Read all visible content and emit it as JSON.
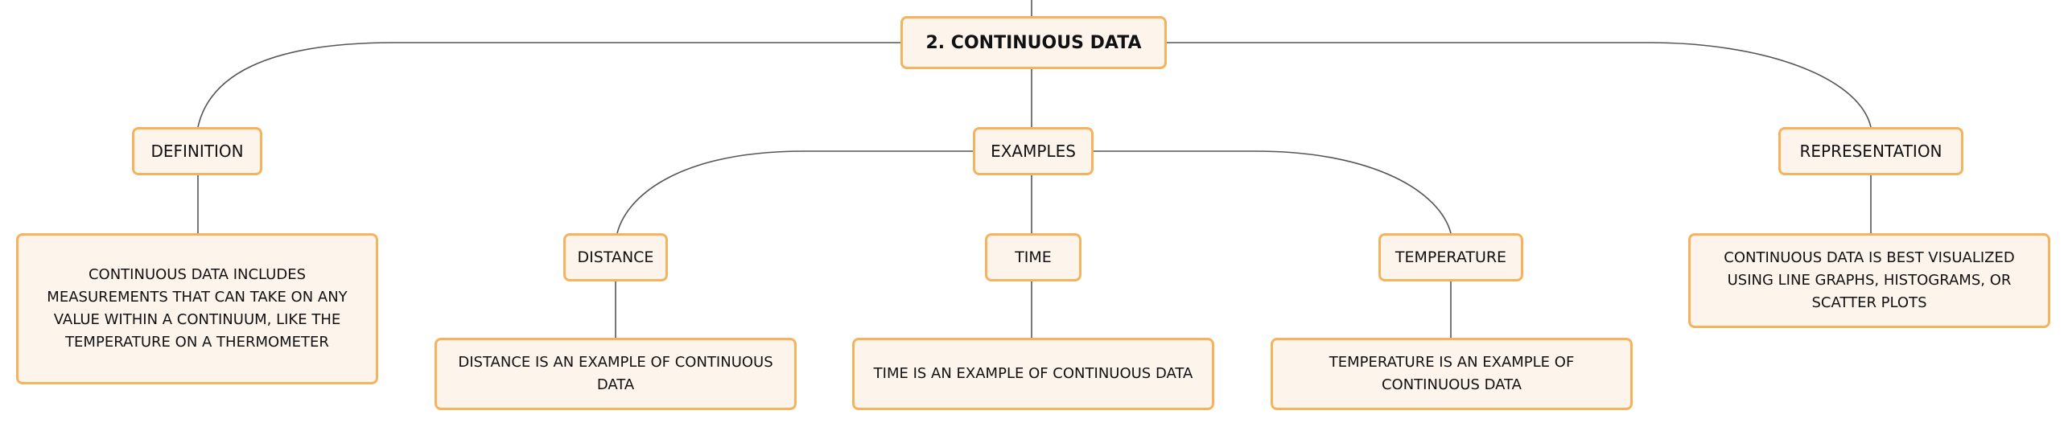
{
  "root": {
    "label": "2. CONTINUOUS DATA"
  },
  "branches": {
    "definition": {
      "label": "DEFINITION",
      "detail": "CONTINUOUS DATA INCLUDES MEASUREMENTS THAT CAN TAKE ON ANY VALUE WITHIN A CONTINUUM, LIKE THE TEMPERATURE ON A THERMOMETER"
    },
    "examples": {
      "label": "EXAMPLES",
      "children": {
        "distance": {
          "label": "DISTANCE",
          "detail": "DISTANCE IS AN EXAMPLE OF CONTINUOUS DATA"
        },
        "time": {
          "label": "TIME",
          "detail": "TIME IS AN EXAMPLE OF CONTINUOUS DATA"
        },
        "temperature": {
          "label": "TEMPERATURE",
          "detail": "TEMPERATURE IS AN EXAMPLE OF CONTINUOUS DATA"
        }
      }
    },
    "representation": {
      "label": "REPRESENTATION",
      "detail": "CONTINUOUS DATA IS BEST VISUALIZED USING LINE GRAPHS, HISTOGRAMS, OR SCATTER PLOTS"
    }
  },
  "colors": {
    "node_border": "#f5b35e",
    "node_fill": "#fdf4ec",
    "connector": "#555555"
  }
}
